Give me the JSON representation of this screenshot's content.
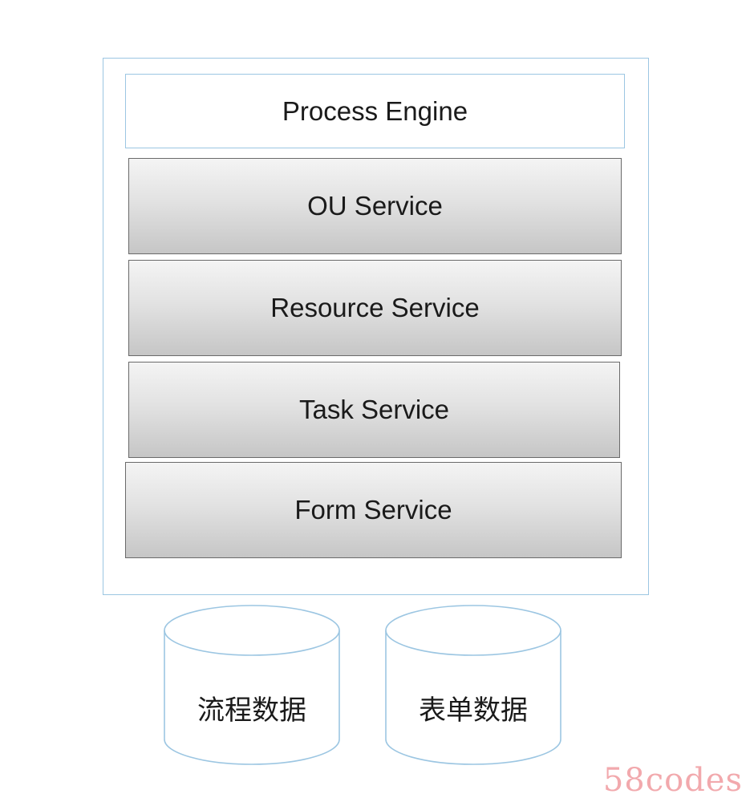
{
  "engine": {
    "title": "Process Engine"
  },
  "services": [
    {
      "label": "OU Service"
    },
    {
      "label": "Resource Service"
    },
    {
      "label": "Task Service"
    },
    {
      "label": "Form Service"
    }
  ],
  "databases": [
    {
      "label": "流程数据"
    },
    {
      "label": "表单数据"
    }
  ],
  "watermark": "58codes",
  "colors": {
    "frame_border": "#9cc6e2",
    "service_border": "#6a6a6a",
    "service_gradient_top": "#f4f4f4",
    "service_gradient_bottom": "#c6c6c6",
    "watermark": "#f2a9ad"
  }
}
